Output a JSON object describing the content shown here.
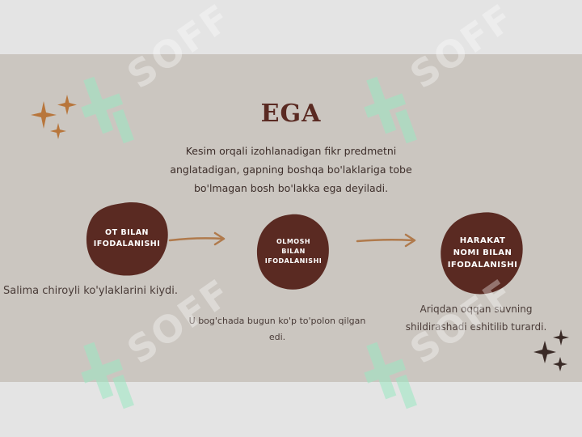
{
  "colors": {
    "slide_background": "#cbc6c0",
    "page_background": "#e4e4e4",
    "blob_fill": "#5a2a22",
    "arrow": "#b07a4c",
    "title": "#5a2a22",
    "sparkle_gold": "#b8763c",
    "sparkle_dark": "#3a2a26",
    "watermark_green": "#9be8c2"
  },
  "title": "EGA",
  "definition": "Kesim orqali izohlanadigan fikr predmetni anglatadigan, gapning boshqa bo'laklariga tobe bo'lmagan bosh bo'lakka ega deyiladi.",
  "nodes": [
    {
      "label": "OT BILAN\nIFODALANISHI",
      "example": "Salima chiroyli ko'ylaklarini kiydi."
    },
    {
      "label": "OLMOSH\nBILAN\nIFODALANISHI",
      "example": "U bog'chada bugun ko'p to'polon qilgan edi."
    },
    {
      "label": "HARAKAT\nNOMI BILAN\nIFODALANISHI",
      "example": "Ariqdan oqqan suvning shildirashadi eshitilib turardi."
    }
  ],
  "watermark": {
    "text": "SOFF",
    "icon": "soff-logo-icon"
  },
  "icons": {
    "sparkles_top_left": "sparkle-icon",
    "sparkles_bottom_right": "sparkle-icon",
    "arrow": "arrow-right-icon"
  }
}
